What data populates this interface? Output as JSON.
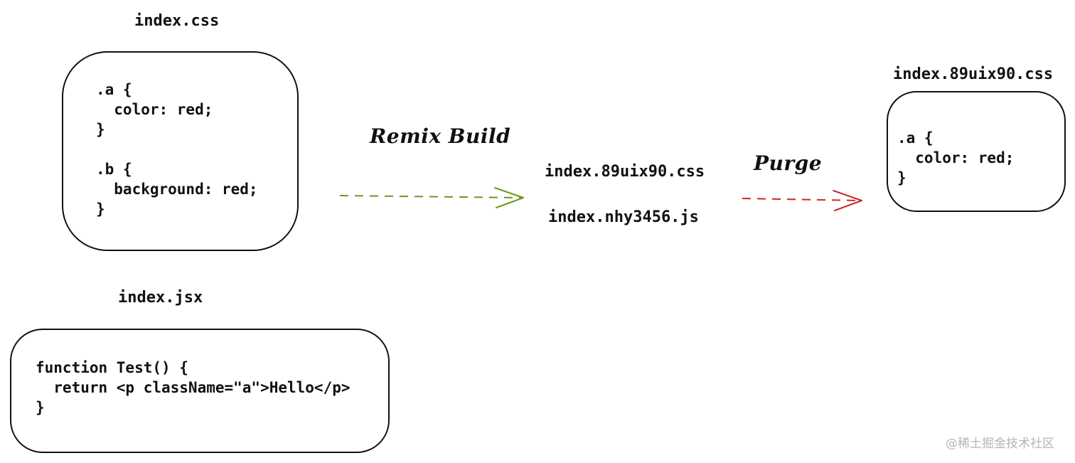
{
  "source_css": {
    "filename": "index.css",
    "lines": [
      ".a {",
      "  color: red;",
      "}",
      "",
      ".b {",
      "  background: red;",
      "}"
    ]
  },
  "source_jsx": {
    "filename": "index.jsx",
    "lines": [
      "function Test() {",
      "  return <p className=\"a\">Hello</p>",
      "}"
    ]
  },
  "build_step": {
    "label": "Remix Build",
    "color": "#6a9a1f"
  },
  "build_output": {
    "css_filename": "index.89uix90.css",
    "js_filename": "index.nhy3456.js"
  },
  "purge_step": {
    "label": "Purge",
    "color": "#c92a2a"
  },
  "purged_css": {
    "filename": "index.89uix90.css",
    "lines": [
      ".a {",
      "  color: red;",
      "}"
    ]
  },
  "watermark": "@稀土掘金技术社区"
}
